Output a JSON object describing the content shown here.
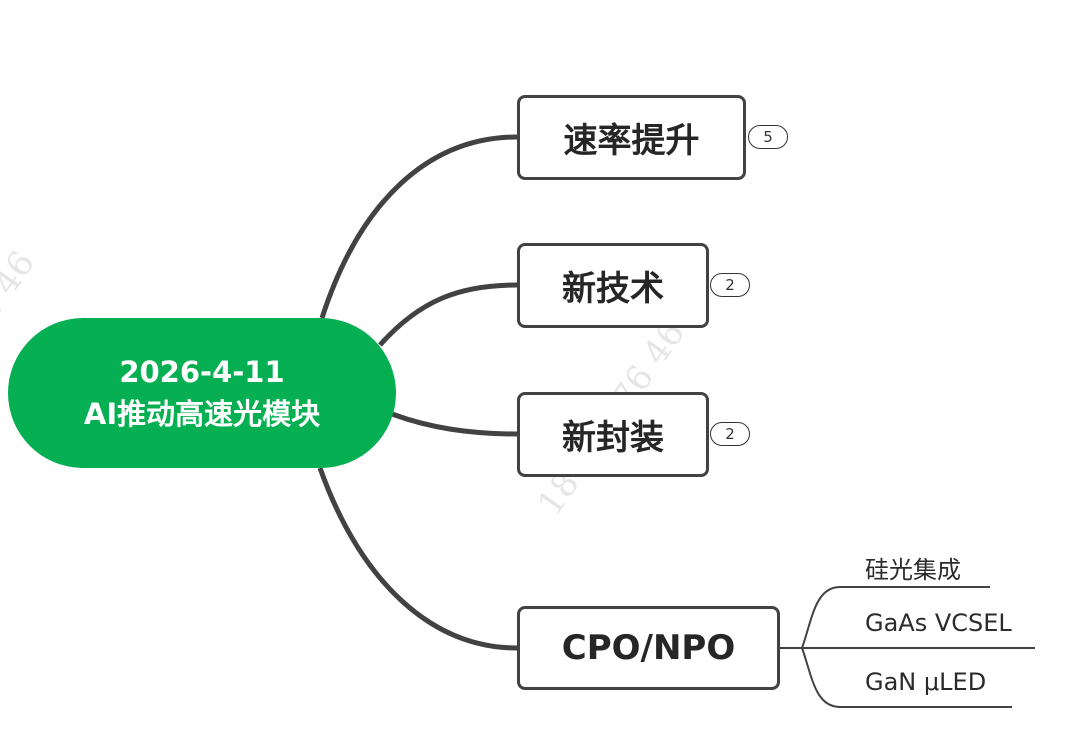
{
  "watermark": {
    "text": "18405176 46"
  },
  "root": {
    "line1": "2026-4-11",
    "line2": "AI推动高速光模块",
    "color": "#06AF51"
  },
  "branches": [
    {
      "label": "速率提升",
      "collapsed_count": "5"
    },
    {
      "label": "新技术",
      "collapsed_count": "2"
    },
    {
      "label": "新封装",
      "collapsed_count": "2"
    },
    {
      "label": "CPO/NPO",
      "children": [
        "硅光集成",
        "GaAs VCSEL",
        "GaN μLED"
      ]
    }
  ],
  "colors": {
    "line": "#424242",
    "text": "#262626"
  }
}
